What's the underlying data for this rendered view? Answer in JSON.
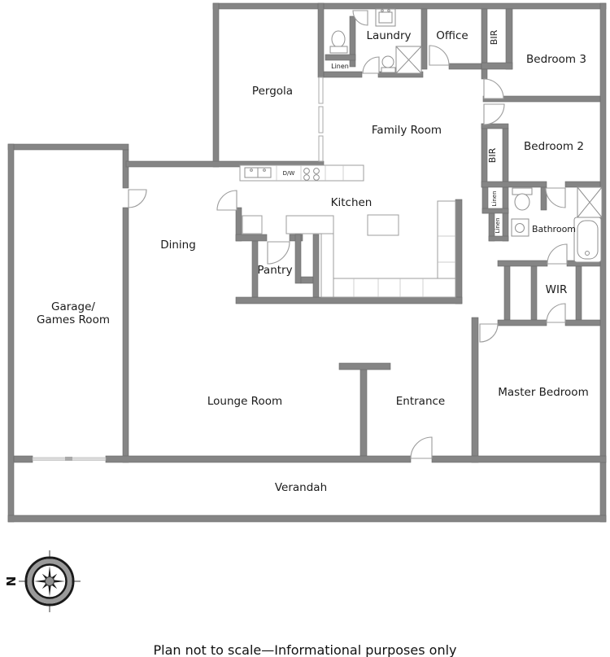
{
  "plan": {
    "rooms": {
      "pergola": "Pergola",
      "laundry": "Laundry",
      "office": "Office",
      "bedroom3": "Bedroom 3",
      "family_room": "Family Room",
      "bedroom2": "Bedroom 2",
      "kitchen": "Kitchen",
      "dining": "Dining",
      "pantry": "Pantry",
      "bathroom": "Bathroom",
      "wir": "WIR",
      "garage_line1": "Garage/",
      "garage_line2": "Games Room",
      "lounge": "Lounge Room",
      "entrance": "Entrance",
      "master": "Master Bedroom",
      "verandah": "Verandah"
    },
    "closets": {
      "bir_bed3": "BIR",
      "bir_bed2": "BIR",
      "linen_laundry": "Linen",
      "linen_hall_1": "Linen",
      "linen_hall_2": "Linen"
    },
    "fixtures": {
      "dishwasher": "D/W"
    },
    "compass": {
      "north": "N"
    },
    "caption": "Plan not to scale—Informational purposes only",
    "colors": {
      "wall": "#858585",
      "wall_edge": "#6a6a6a",
      "line": "#9c9c9c",
      "text": "#1b1b1b"
    }
  }
}
